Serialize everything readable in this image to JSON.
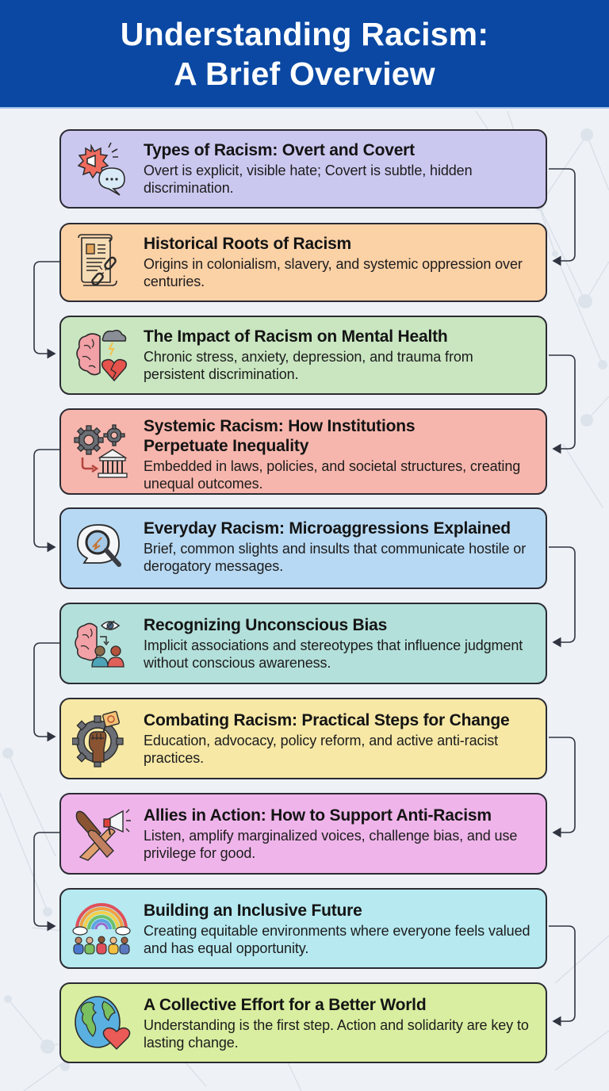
{
  "header": {
    "title_line1": "Understanding Racism:",
    "title_line2": "A Brief Overview",
    "background": "#0a48a3"
  },
  "steps": [
    {
      "title": "Types of Racism: Overt and Covert",
      "description": "Overt is explicit, visible hate; Covert is subtle, hidden discrimination.",
      "icon": "megaphone-speech-bubble-icon",
      "color": "#cbc8f0"
    },
    {
      "title": "Historical Roots of Racism",
      "description": "Origins in colonialism, slavery, and systemic oppression over centuries.",
      "icon": "scroll-broken-chain-icon",
      "color": "#fbd1a6"
    },
    {
      "title": "The Impact of Racism on Mental Health",
      "description": "Chronic stress, anxiety, depression, and trauma from persistent discrimination.",
      "icon": "brain-storm-broken-heart-icon",
      "color": "#c9e6c0"
    },
    {
      "title": "Systemic Racism: How Institutions Perpetuate Inequality",
      "description": "Embedded in laws, policies, and societal structures, creating unequal outcomes.",
      "icon": "gears-institution-icon",
      "color": "#f7b6ad"
    },
    {
      "title": "Everyday Racism: Microaggressions Explained",
      "description": "Brief, common slights and insults that communicate hostile or derogatory messages.",
      "icon": "magnifier-speech-bubble-icon",
      "color": "#b8d9f3"
    },
    {
      "title": "Recognizing Unconscious Bias",
      "description": "Implicit associations and stereotypes that influence judgment without conscious awareness.",
      "icon": "brain-eye-people-icon",
      "color": "#b3e0da"
    },
    {
      "title": "Combating Racism: Practical Steps for Change",
      "description": "Education, advocacy, policy reform, and active anti-racist practices.",
      "icon": "gear-raised-fist-sign-icon",
      "color": "#f7e8a6"
    },
    {
      "title": "Allies in Action: How to Support Anti-Racism",
      "description": "Listen, amplify marginalized voices, challenge bias, and use privilege for good.",
      "icon": "clasped-hands-megaphone-icon",
      "color": "#efb5ea"
    },
    {
      "title": "Building an Inclusive Future",
      "description": "Creating equitable environments where everyone feels valued and has equal opportunity.",
      "icon": "rainbow-people-icon",
      "color": "#b6e9f0"
    },
    {
      "title": "A Collective Effort for a Better World",
      "description": "Understanding is the first step. Action and solidarity are key to lasting change.",
      "icon": "globe-heart-icon",
      "color": "#d9eea0"
    }
  ]
}
